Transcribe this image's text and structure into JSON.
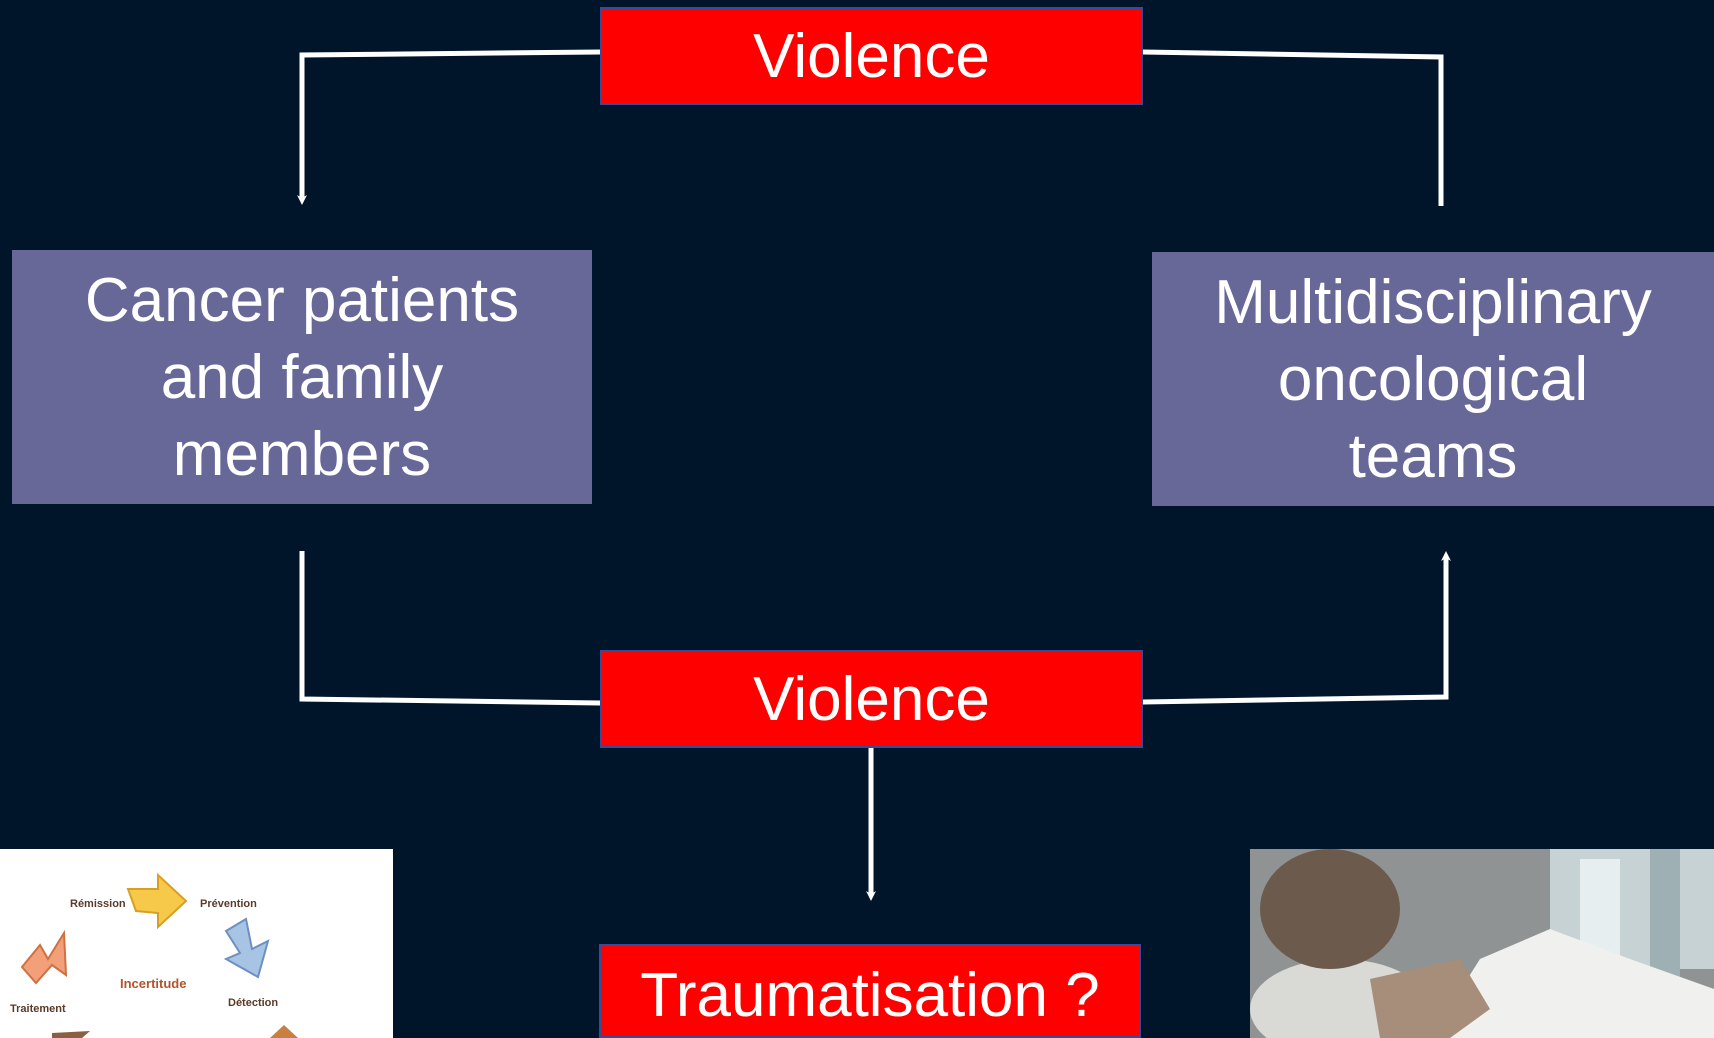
{
  "diagram": {
    "nodes": {
      "violence_top": "Violence",
      "patients": "Cancer patients\nand family\nmembers",
      "teams": "Multidisciplinary\noncological\nteams",
      "violence_bottom": "Violence",
      "trauma": "Traumatisation ?"
    },
    "colors": {
      "background": "#00142a",
      "red_box": "#ff0000",
      "purple_box": "#676798",
      "connector": "#ffffff"
    }
  },
  "images": {
    "cycle": {
      "words": [
        "Rémission",
        "Prévention",
        "Incertitude",
        "Traitement",
        "Détection"
      ]
    },
    "photo": {
      "subject": "patient-in-hospital-bed"
    }
  }
}
